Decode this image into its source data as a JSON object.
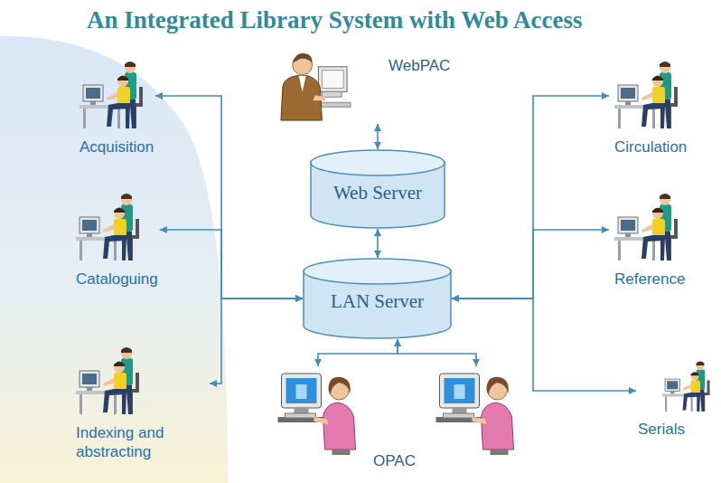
{
  "diagram": {
    "title": "An Integrated Library System with Web Access",
    "nodes": [
      {
        "text": [
          "WebPAC"
        ]
      },
      {
        "text": [
          "Acquisition"
        ]
      },
      {
        "text": [
          "Circulation"
        ]
      },
      {
        "text": [
          "Web Server"
        ]
      },
      {
        "text": [
          "Cataloguing"
        ]
      },
      {
        "text": [
          "LAN Server"
        ]
      },
      {
        "text": [
          "Reference"
        ]
      },
      {
        "text": [
          "Indexing and abstracting"
        ]
      },
      {
        "text": [
          "OPAC"
        ]
      },
      {
        "text": [
          "Serials"
        ]
      }
    ],
    "edges": [
      {
        "from": 0,
        "to": 3,
        "arrow": "both"
      },
      {
        "from": 3,
        "to": 5,
        "arrow": "both"
      },
      {
        "from": 5,
        "to": 1,
        "arrow": "both"
      },
      {
        "from": 5,
        "to": 4,
        "arrow": "both"
      },
      {
        "from": 5,
        "to": 7,
        "arrow": "both"
      },
      {
        "from": 5,
        "to": 2,
        "arrow": "both"
      },
      {
        "from": 5,
        "to": 6,
        "arrow": "both"
      },
      {
        "from": 5,
        "to": 9,
        "arrow": "both"
      },
      {
        "from": 5,
        "to": 8,
        "arrow": "both"
      },
      {
        "from": 5,
        "to": 8,
        "arrow": "both"
      }
    ]
  }
}
